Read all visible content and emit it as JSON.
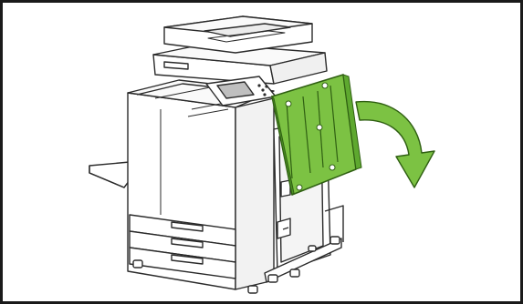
{
  "figure": {
    "description": "",
    "colors": {
      "border": "#1a1a1a",
      "outline": "#2b2b2b",
      "body_fill": "#ffffff",
      "shadow": "#d9d9d9",
      "highlight_fill": "#7cc243",
      "highlight_dark": "#4a8f22",
      "highlight_stroke": "#2f5f12",
      "arrow_fill": "#7cc243",
      "screen_fill": "#bfbfbf"
    },
    "icons": [
      "printer-illustration",
      "open-side-cover",
      "curved-arrow"
    ]
  }
}
